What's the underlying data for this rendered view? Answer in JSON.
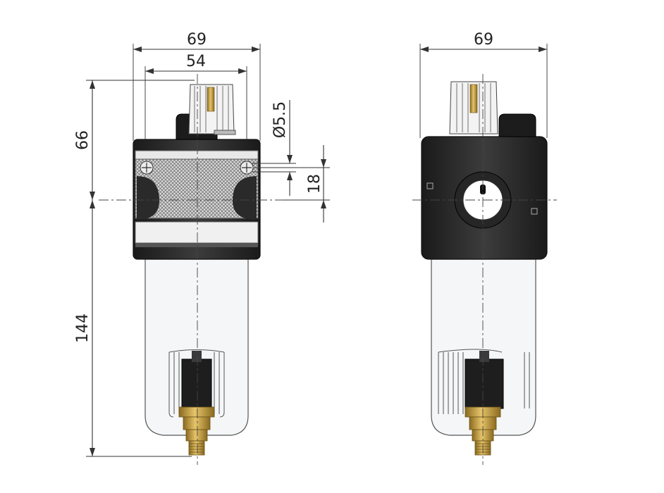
{
  "views": {
    "front": {
      "dims": {
        "overall_width": "69",
        "inner_width": "54",
        "top_height": "66",
        "hole_diameter": "Ø5.5",
        "hole_spacing": "18",
        "bottom_height": "144"
      }
    },
    "side": {
      "dims": {
        "overall_width": "69"
      }
    }
  },
  "colors": {
    "body": "#2b2b2b",
    "brass": "#c9a24a",
    "bowl": "#f4f6f7",
    "dimension_lines": "#333333"
  }
}
